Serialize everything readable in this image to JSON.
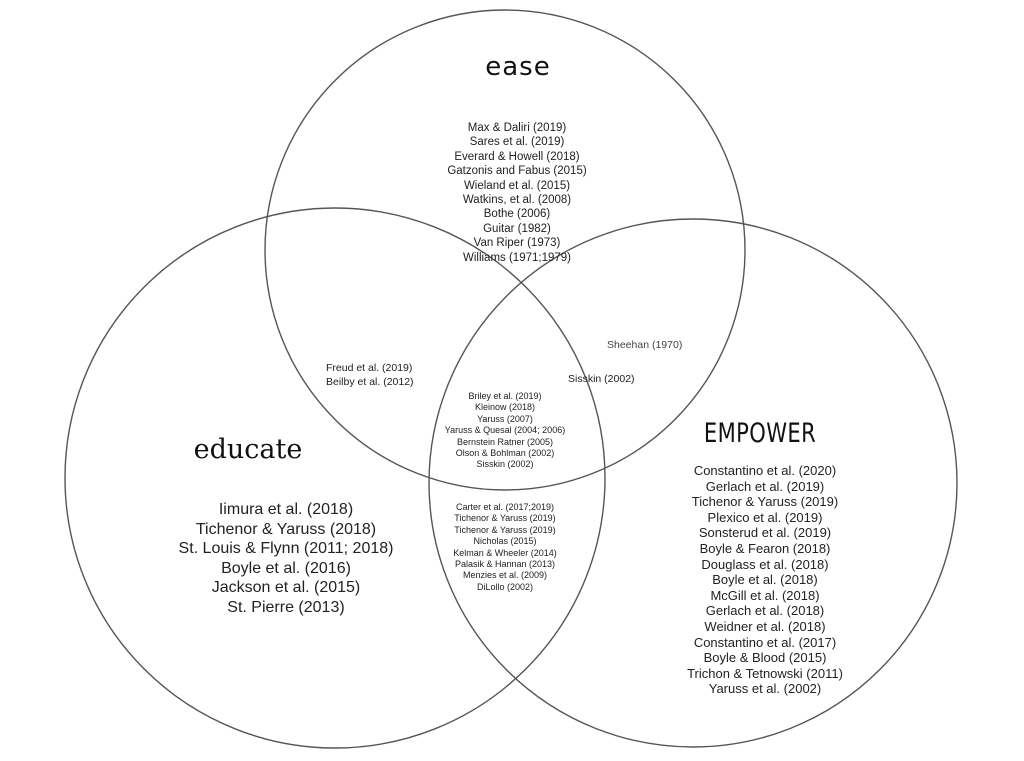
{
  "diagram": {
    "type": "venn",
    "circle_stroke": "#555555",
    "sets": {
      "ease": {
        "label": "ease"
      },
      "educate": {
        "label": "educate"
      },
      "empower": {
        "label": "EMPOWER"
      }
    },
    "regions": {
      "ease_only": [
        "Max & Daliri (2019)",
        "Sares et al. (2019)",
        "Everard & Howell (2018)",
        "Gatzonis and Fabus (2015)",
        "Wieland et al. (2015)",
        "Watkins, et al. (2008)",
        "Bothe (2006)",
        "Guitar (1982)",
        "Van Riper (1973)",
        "Williams (1971;1979)"
      ],
      "ease_educate": [
        "Freud et al. (2019)",
        "Beilby  et al. (2012)"
      ],
      "ease_empower": [
        "Sheehan (1970)",
        "Sisskin (2002)"
      ],
      "all_three": [
        "Briley et al. (2019)",
        "Kleinow (2018)",
        "Yaruss (2007)",
        "Yaruss & Quesal (2004; 2006)",
        "Bernstein Ratner (2005)",
        "Olson & Bohlman (2002)",
        "Sisskin (2002)"
      ],
      "educate_only": [
        "Iimura et al. (2018)",
        "Tichenor & Yaruss (2018)",
        "St. Louis & Flynn (2011; 2018)",
        "Boyle et al. (2016)",
        "Jackson et al. (2015)",
        "St. Pierre (2013)"
      ],
      "educate_empower": [
        "Carter et al. (2017;2019)",
        "Tichenor & Yaruss (2019)",
        "Tichenor & Yaruss (2019)",
        "Nicholas (2015)",
        "Kelman & Wheeler (2014)",
        "Palasik & Hannan (2013)",
        "Menzies et al. (2009)",
        "DiLollo (2002)"
      ],
      "empower_only": [
        "Constantino et al. (2020)",
        "Gerlach et al. (2019)",
        "Tichenor & Yaruss (2019)",
        "Plexico et al. (2019)",
        "Sonsterud et al. (2019)",
        "Boyle & Fearon (2018)",
        "Douglass et al. (2018)",
        "Boyle et al. (2018)",
        "McGill et al. (2018)",
        "Gerlach et al. (2018)",
        "Weidner et al. (2018)",
        "Constantino et al. (2017)",
        "Boyle & Blood (2015)",
        "Trichon & Tetnowski (2011)",
        "Yaruss et al. (2002)"
      ]
    }
  }
}
